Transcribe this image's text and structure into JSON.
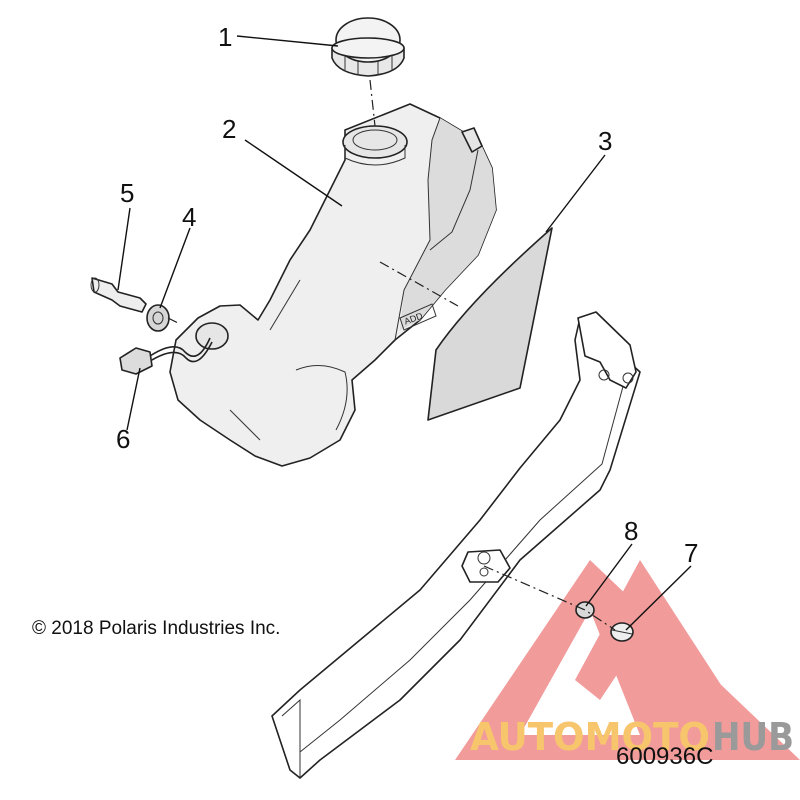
{
  "diagram": {
    "callouts": [
      {
        "id": "1",
        "label": "1"
      },
      {
        "id": "2",
        "label": "2"
      },
      {
        "id": "3",
        "label": "3"
      },
      {
        "id": "4",
        "label": "4"
      },
      {
        "id": "5",
        "label": "5"
      },
      {
        "id": "6",
        "label": "6"
      },
      {
        "id": "7",
        "label": "7"
      },
      {
        "id": "8",
        "label": "8"
      }
    ],
    "tank_marking": "ADD",
    "copyright": "© 2018 Polaris Industries Inc.",
    "figure_number": "600936C"
  },
  "watermark": {
    "text_part1": "AUTOMOTO",
    "text_part2": "HUB",
    "colors": {
      "logo": "#f08a8a",
      "text1": "#f7c56b",
      "text2": "#9a9a9a"
    }
  },
  "colors": {
    "part_fill": "#efefef",
    "part_shade": "#dcdcdc",
    "pad_fill": "#d9d9d9",
    "line": "#222222"
  }
}
